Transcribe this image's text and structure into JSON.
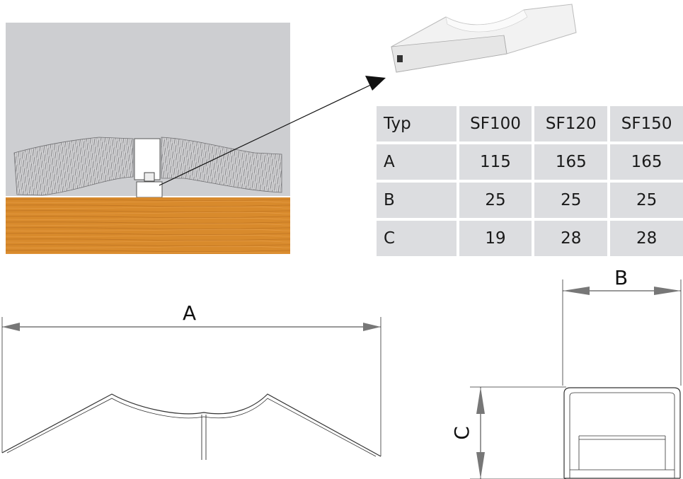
{
  "table": {
    "header": [
      "Typ",
      "SF100",
      "SF120",
      "SF150"
    ],
    "rows": [
      [
        "A",
        "115",
        "165",
        "165"
      ],
      [
        "B",
        "25",
        "25",
        "25"
      ],
      [
        "C",
        "19",
        "28",
        "28"
      ]
    ]
  },
  "dimensions": {
    "a_label": "A",
    "b_label": "B",
    "c_label": "C"
  },
  "colors": {
    "wall": "#cdced1",
    "wood": "#d98b2e",
    "table_cell": "#dcdde0",
    "line": "#333333"
  }
}
